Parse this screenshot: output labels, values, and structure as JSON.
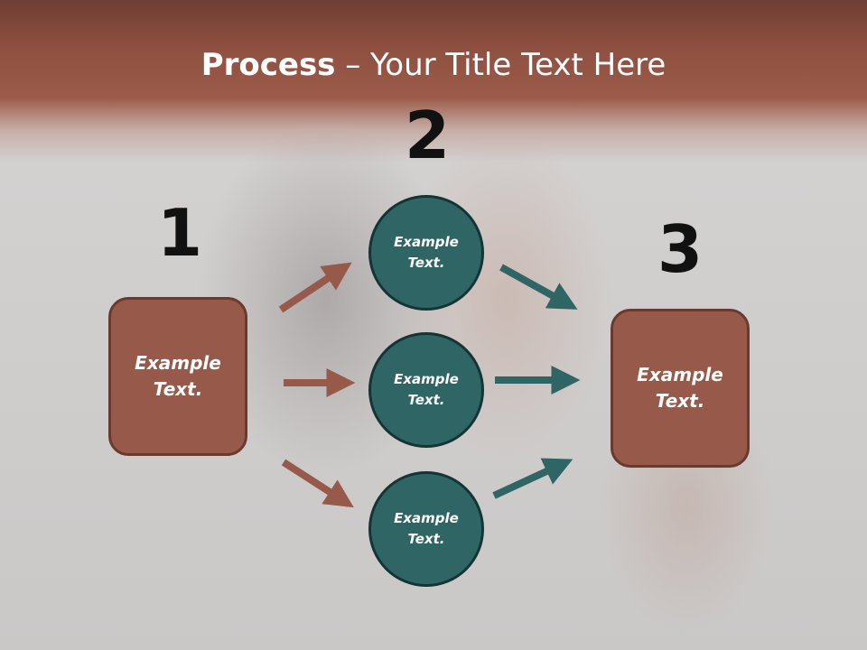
{
  "title": {
    "bold": "Process",
    "rest": " – Your Title Text Here"
  },
  "numbers": [
    "1",
    "2",
    "3"
  ],
  "left_box": {
    "label": "Example Text."
  },
  "circles": [
    {
      "label": "Example Text."
    },
    {
      "label": "Example Text."
    },
    {
      "label": "Example Text."
    }
  ],
  "right_box": {
    "label": "Example Text."
  },
  "colors": {
    "band": "#9c5b4a",
    "box": "#975a4a",
    "box_border": "#6a3a2e",
    "circle": "#306565",
    "circle_border": "#153434",
    "arrow_brown": "#975a4a",
    "arrow_teal": "#306565"
  }
}
